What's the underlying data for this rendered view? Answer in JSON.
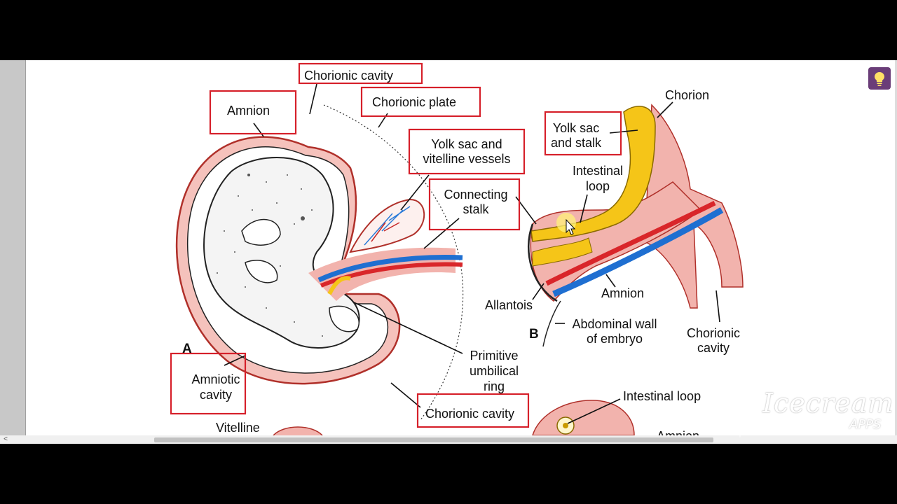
{
  "diagram": {
    "panel_a": {
      "letter": "A",
      "amnion": "Amnion",
      "chorionic_cavity_top": "Chorionic cavity",
      "chorionic_plate": "Chorionic plate",
      "yolk_sac_line1": "Yolk sac and",
      "yolk_sac_line2": "vitelline vessels",
      "connecting_stalk_line1": "Connecting",
      "connecting_stalk_line2": "stalk",
      "primitive_line1": "Primitive",
      "primitive_line2": "umbilical",
      "primitive_line3": "ring",
      "amniotic_line1": "Amniotic",
      "amniotic_line2": "cavity",
      "chorionic_cavity_bottom": "Chorionic cavity",
      "vitelline": "Vitelline"
    },
    "panel_b": {
      "letter": "B",
      "chorion": "Chorion",
      "yolk_stalk_line1": "Yolk sac",
      "yolk_stalk_line2": "and stalk",
      "intestinal_line1": "Intestinal",
      "intestinal_line2": "loop",
      "allantois": "Allantois",
      "amnion": "Amnion",
      "abdominal_line1": "Abdominal wall",
      "abdominal_line2": "of embryo",
      "chorionic_cavity_line1": "Chorionic",
      "chorionic_cavity_line2": "cavity"
    },
    "panel_c": {
      "intestinal_loop": "Intestinal loop",
      "amnion_partial": "Amnion"
    }
  },
  "watermark": {
    "brand": "Icecream",
    "sub": "APPS"
  },
  "scrollbar": {
    "left_arrow": "<"
  },
  "icons": {
    "hint": "lightbulb-icon"
  },
  "colors": {
    "label_box": "#d6202a",
    "tissue_pink": "#f2b3ad",
    "yolk": "#f5c518",
    "artery": "#d9262a",
    "vein": "#1f6fd1"
  }
}
